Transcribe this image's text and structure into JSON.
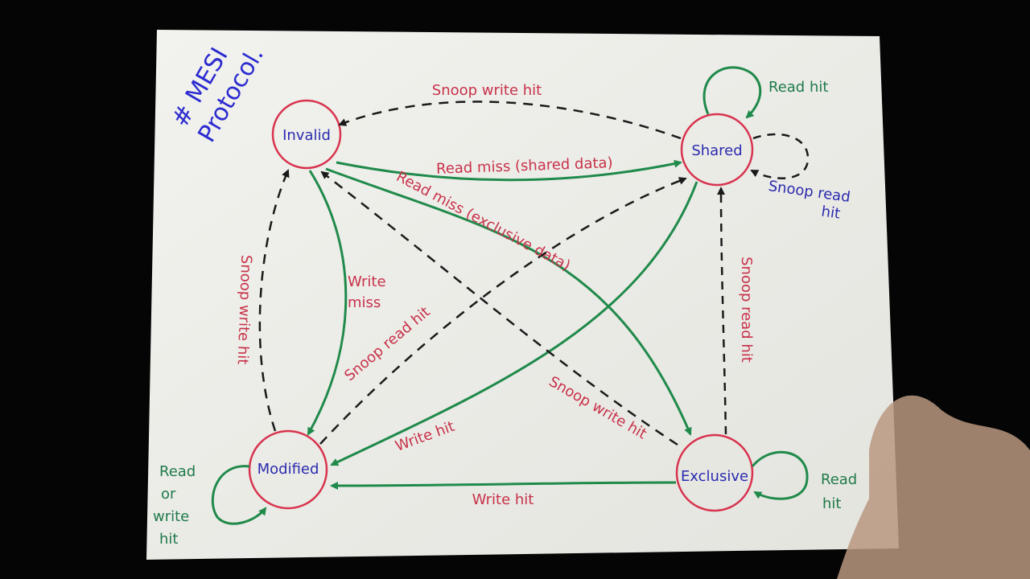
{
  "title": {
    "line1": "# MESI",
    "line2": "Protocol."
  },
  "colors": {
    "paper": "#efefea",
    "state_ring": "#d8344e",
    "solid_arrow": "#1f8a4a",
    "dashed_arrow": "#1a1a1a",
    "red_text": "#c8324a",
    "green_text": "#1f7a4a",
    "blue_text": "#2b2bb0"
  },
  "states": {
    "invalid": "Invalid",
    "shared": "Shared",
    "modified": "Modified",
    "exclusive": "Exclusive"
  },
  "labels": {
    "snoop_write_hit_top": "Snoop write hit",
    "read_hit_shared": "Read hit",
    "snoop_read_hit_shared_1": "Snoop read",
    "snoop_read_hit_shared_2": "hit",
    "read_miss_shared": "Read miss (shared data)",
    "read_miss_exclusive": "Read miss (exclusive data)",
    "write_miss_1": "Write",
    "write_miss_2": "miss",
    "snoop_write_hit_left": "Snoop write hit",
    "snoop_read_hit_diag": "Snoop read hit",
    "snoop_write_hit_diag": "Snoop write hit",
    "write_hit_diag": "Write hit",
    "snoop_read_hit_right": "Snoop read hit",
    "write_hit_bottom": "Write hit",
    "read_or_write_hit_1": "Read",
    "read_or_write_hit_2": "or",
    "read_or_write_hit_3": "write",
    "read_or_write_hit_4": "hit",
    "read_hit_exclusive_1": "Read",
    "read_hit_exclusive_2": "hit"
  }
}
